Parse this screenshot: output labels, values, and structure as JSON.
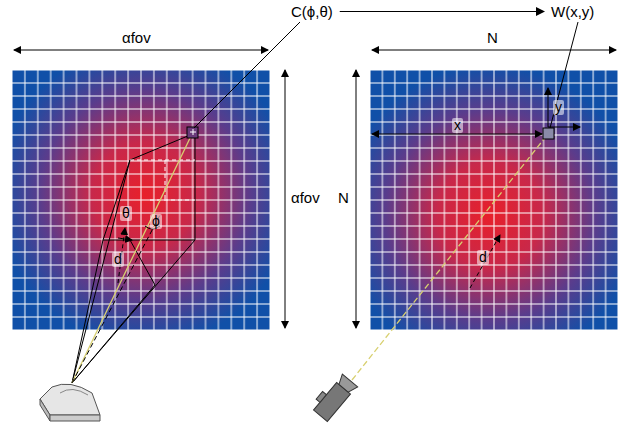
{
  "diagram": {
    "nodes": [
      {
        "text": [
          "C(ϕ,θ)"
        ]
      },
      {
        "text": [
          "W(x,y)"
        ]
      }
    ],
    "edges": [
      {
        "from": 0,
        "to": 1,
        "arrow": "to"
      }
    ],
    "labels": [
      "αfov",
      "αfov",
      "N",
      "N",
      "θ",
      "ϕ",
      "d",
      "x",
      "y",
      "d"
    ]
  }
}
